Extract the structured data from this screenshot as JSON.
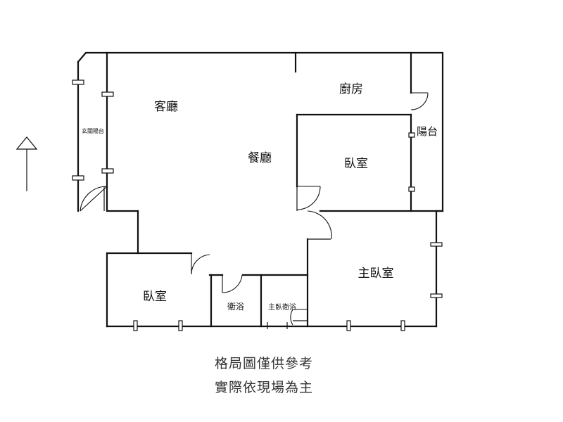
{
  "rooms": {
    "living_room": "客廳",
    "dining_room": "餐廳",
    "kitchen": "廚房",
    "balcony": "陽台",
    "bedroom_center": "臥室",
    "master_bedroom": "主臥室",
    "bedroom_lower_left": "臥室",
    "bathroom": "衛浴",
    "master_bathroom": "主臥衛浴",
    "entrance_balcony": "玄關陽台"
  },
  "disclaimer": {
    "line1": "格局圖僅供參考",
    "line2": "實際依現場為主"
  },
  "icons": {
    "north_arrow": "north-arrow-icon"
  }
}
